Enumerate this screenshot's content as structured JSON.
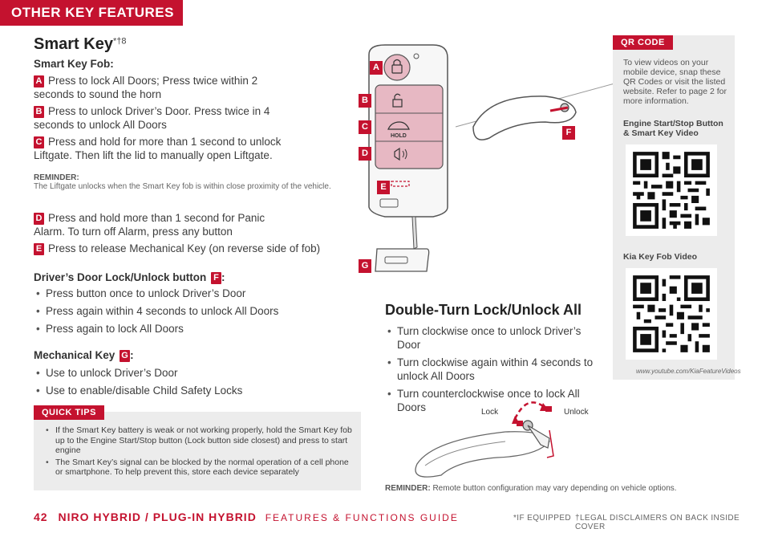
{
  "header": {
    "label": "OTHER KEY FEATURES"
  },
  "smart_key": {
    "title": "Smart Key",
    "title_sup": "*†8",
    "fob_heading": "Smart Key Fob:",
    "items": [
      {
        "badge": "A",
        "text": "Press to lock All Doors; Press twice within 2 seconds to sound the horn"
      },
      {
        "badge": "B",
        "text": "Press to unlock Driver’s Door. Press twice in 4 seconds to unlock All Doors"
      },
      {
        "badge": "C",
        "text": "Press and hold for more than 1 second to unlock Liftgate. Then lift the lid to manually open Liftgate."
      }
    ],
    "reminder_label": "REMINDER:",
    "reminder_text": "The Liftgate unlocks when the Smart Key fob is within close proximity of the vehicle.",
    "items2": [
      {
        "badge": "D",
        "text": "Press and hold more than 1 second for Panic Alarm. To turn off Alarm, press any button"
      },
      {
        "badge": "E",
        "text": "Press to release Mechanical Key (on reverse side of fob)"
      }
    ],
    "door_heading": "Driver’s Door Lock/Unlock button",
    "door_badge": "F",
    "door_items": [
      "Press button once to unlock Driver’s Door",
      "Press again within 4 seconds to unlock All Doors",
      "Press again to lock All Doors"
    ],
    "mech_heading": "Mechanical Key",
    "mech_badge": "G",
    "mech_items": [
      "Use to unlock Driver’s Door",
      "Use to enable/disable Child Safety Locks"
    ]
  },
  "quick_tips": {
    "tag": "QUICK TIPS",
    "items": [
      "If the Smart Key battery is weak or not working properly, hold the Smart Key fob up to the Engine Start/Stop button (Lock button side closest) and press to start engine",
      "The Smart Key’s signal can be blocked by the normal operation of a cell phone or smartphone. To help prevent this, store each device separately"
    ]
  },
  "fob_figure": {
    "labels": [
      "A",
      "B",
      "C",
      "D",
      "E",
      "G",
      "F"
    ],
    "hold_text": "HOLD"
  },
  "double_turn": {
    "title": "Double-Turn Lock/Unlock All",
    "items": [
      "Turn clockwise once to unlock Driver’s Door",
      "Turn clockwise again within 4 seconds to unlock All Doors",
      "Turn counterclockwise once to lock All Doors"
    ],
    "lock_label": "Lock",
    "unlock_label": "Unlock",
    "reminder_label": "REMINDER:",
    "reminder_text": "Remote button configuration may vary depending on vehicle options."
  },
  "qr_panel": {
    "tag": "QR CODE",
    "intro": "To view videos on your mobile device, snap these QR Codes or visit the listed website. Refer to page 2 for more information.",
    "video1_title": "Engine Start/Stop Button & Smart Key Video",
    "video2_title": "Kia Key Fob Video",
    "url": "www.youtube.com/KiaFeatureVideos"
  },
  "footer": {
    "page_number": "42",
    "model": "NIRO HYBRID / PLUG-IN HYBRID",
    "guide": "FEATURES & FUNCTIONS GUIDE",
    "if_equipped": "*IF EQUIPPED",
    "legal": "†LEGAL DISCLAIMERS ON BACK INSIDE COVER"
  },
  "colors": {
    "accent": "#c4122f",
    "panel": "#ececec"
  }
}
